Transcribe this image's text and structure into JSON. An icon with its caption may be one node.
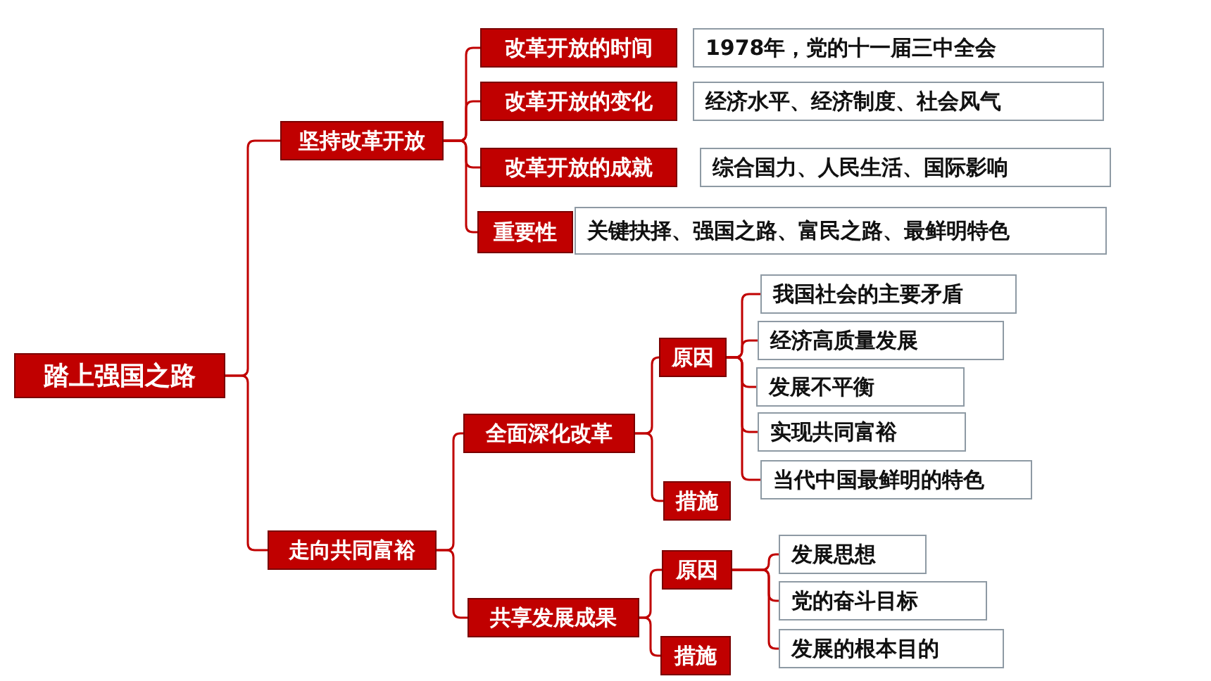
{
  "diagram": {
    "nodes": [
      {
        "text": [
          "踏上强国之路"
        ]
      },
      {
        "text": [
          "坚持改革开放"
        ]
      },
      {
        "text": [
          "改革开放的时间"
        ]
      },
      {
        "text": [
          "1978年，党的十一届三中全会"
        ]
      },
      {
        "text": [
          "改革开放的变化"
        ]
      },
      {
        "text": [
          "经济水平、经济制度、社会风气"
        ]
      },
      {
        "text": [
          "改革开放的成就"
        ]
      },
      {
        "text": [
          "综合国力、人民生活、国际影响"
        ]
      },
      {
        "text": [
          "重要性"
        ]
      },
      {
        "text": [
          "关键抉择、强国之路、富民之路、最鲜明特色"
        ]
      },
      {
        "text": [
          "走向共同富裕"
        ]
      },
      {
        "text": [
          "全面深化改革"
        ]
      },
      {
        "text": [
          "原因"
        ]
      },
      {
        "text": [
          "措施"
        ]
      },
      {
        "text": [
          "我国社会的主要矛盾"
        ]
      },
      {
        "text": [
          "经济高质量发展"
        ]
      },
      {
        "text": [
          "发展不平衡"
        ]
      },
      {
        "text": [
          "实现共同富裕"
        ]
      },
      {
        "text": [
          "当代中国最鲜明的特色"
        ]
      },
      {
        "text": [
          "共享发展成果"
        ]
      },
      {
        "text": [
          "原因"
        ]
      },
      {
        "text": [
          "措施"
        ]
      },
      {
        "text": [
          "发展思想"
        ]
      },
      {
        "text": [
          "党的奋斗目标"
        ]
      },
      {
        "text": [
          "发展的根本目的"
        ]
      }
    ],
    "edges": [
      {
        "from": 0,
        "to": 1,
        "arrow": "none"
      },
      {
        "from": 0,
        "to": 10,
        "arrow": "none"
      },
      {
        "from": 1,
        "to": 2,
        "arrow": "none"
      },
      {
        "from": 1,
        "to": 4,
        "arrow": "none"
      },
      {
        "from": 1,
        "to": 6,
        "arrow": "none"
      },
      {
        "from": 1,
        "to": 8,
        "arrow": "none"
      },
      {
        "from": 10,
        "to": 11,
        "arrow": "none"
      },
      {
        "from": 10,
        "to": 19,
        "arrow": "none"
      },
      {
        "from": 11,
        "to": 12,
        "arrow": "none"
      },
      {
        "from": 11,
        "to": 13,
        "arrow": "none"
      },
      {
        "from": 12,
        "to": 14,
        "arrow": "none"
      },
      {
        "from": 12,
        "to": 15,
        "arrow": "none"
      },
      {
        "from": 12,
        "to": 16,
        "arrow": "none"
      },
      {
        "from": 12,
        "to": 17,
        "arrow": "none"
      },
      {
        "from": 12,
        "to": 18,
        "arrow": "none"
      },
      {
        "from": 19,
        "to": 20,
        "arrow": "none"
      },
      {
        "from": 19,
        "to": 21,
        "arrow": "none"
      },
      {
        "from": 20,
        "to": 22,
        "arrow": "none"
      },
      {
        "from": 20,
        "to": 23,
        "arrow": "none"
      },
      {
        "from": 20,
        "to": 24,
        "arrow": "none"
      }
    ]
  }
}
